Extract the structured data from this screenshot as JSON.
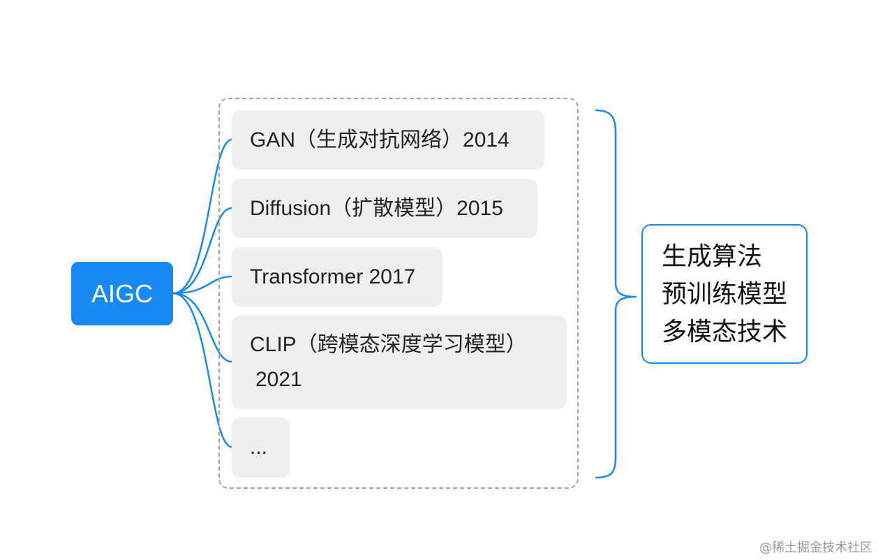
{
  "root": {
    "label": "AIGC"
  },
  "branches": [
    {
      "label": "GAN（生成对抗网络）2014"
    },
    {
      "label": "Diffusion（扩散模型）2015"
    },
    {
      "label": "Transformer 2017"
    },
    {
      "label": "CLIP（跨模态深度学习模型）",
      "label_line2": "2021"
    },
    {
      "label": "..."
    }
  ],
  "summary": {
    "lines": [
      "生成算法",
      "预训练模型",
      "多模态技术"
    ]
  },
  "watermark": "@稀土掘金技术社区",
  "colors": {
    "accent": "#1789f3",
    "node_fill": "#efefef",
    "frame_border": "#a3a3a3"
  }
}
